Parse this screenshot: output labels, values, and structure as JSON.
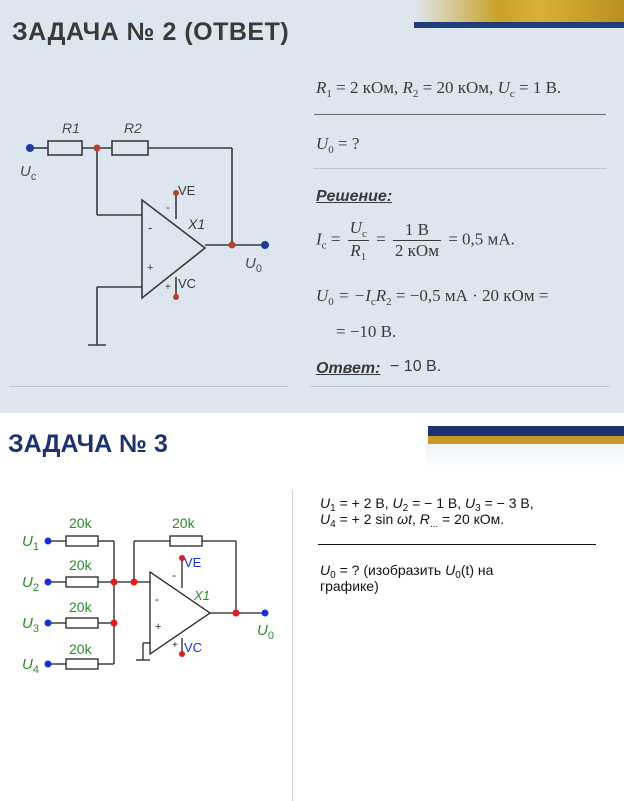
{
  "slide1": {
    "title": "ЗАДАЧА № 2 (ОТВЕТ)",
    "given": {
      "r1_label": "R",
      "r1_sub": "1",
      "r1_val": " = 2 кОм, ",
      "r2_label": "R",
      "r2_sub": "2",
      "r2_val": " = 20 кОм, ",
      "uc_label": "U",
      "uc_sub": "c",
      "uc_val": " = 1 В."
    },
    "find": {
      "u0_label": "U",
      "u0_sub": "0",
      "u0_q": " =  ?"
    },
    "solution_label": "Решение:",
    "eq1": {
      "ic": "I",
      "ic_sub": "c",
      "eq": " = ",
      "num1": "U",
      "num1_sub": "c",
      "den1": "R",
      "den1_sub": "1",
      "eq2": " = ",
      "num2": "1 В",
      "den2": "2 кОм",
      "result": " = 0,5 мА."
    },
    "eq2": {
      "lhs": "U",
      "lhs_sub": "0",
      "mid": " = −I",
      "mid_sub": "c",
      "mid2": "R",
      "mid2_sub": "2",
      "rest": " = −0,5 мА · 20 кОм ="
    },
    "eq3": "= −10 В.",
    "answer_label": "Ответ:",
    "answer_value": " − 10 В.",
    "circuit": {
      "r1": "R1",
      "r2": "R2",
      "uc": "U",
      "uc_sub": "c",
      "u0": "U",
      "u0_sub": "0",
      "ve": "VE",
      "vc": "VC",
      "x1": "X1",
      "minus": "-",
      "plus": "+"
    }
  },
  "slide2": {
    "title": "ЗАДАЧА № 3",
    "cond_line1": {
      "a": "U",
      "a_sub": "1",
      "a_val": " = + 2 В, ",
      "b": "U",
      "b_sub": "2",
      "b_val": " = − 1 В, ",
      "c": "U",
      "c_sub": "3",
      "c_val": " = − 3 В,"
    },
    "cond_line2": {
      "a": "U",
      "a_sub": "4",
      "a_val": " = + 2 sin ",
      "omega": "ωt",
      "sep": ", ",
      "r": "R",
      "r_sub": "...",
      "r_val": " = 20 кОм."
    },
    "find_line1_pre": "U",
    "find_line1_sub": "0",
    "find_line1_rest": " =  ? (изобразить ",
    "find_line1_fn": "U",
    "find_line1_fn_sub": "0",
    "find_line1_end": "(t) на",
    "find_line2": "графике)",
    "circuit": {
      "res": "20k",
      "u1": "U",
      "u1_sub": "1",
      "u2": "U",
      "u2_sub": "2",
      "u3": "U",
      "u3_sub": "3",
      "u4": "U",
      "u4_sub": "4",
      "u0": "U",
      "u0_sub": "0",
      "ve": "VE",
      "vc": "VC",
      "x1": "X1",
      "minus": "-",
      "plus": "+"
    }
  }
}
